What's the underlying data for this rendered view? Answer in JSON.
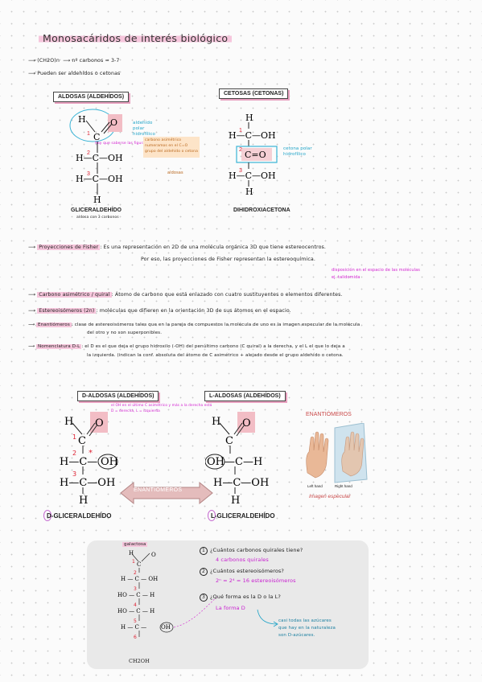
{
  "title": "Monosacáridos de interés biológico",
  "intro": {
    "line1": "(CH2O)n",
    "line1b": "nº carbonos = 3-7",
    "line2": "Pueden ser aldehídos o cetonas"
  },
  "aldose": {
    "label": "ALDOSAS (ALDEHÍDOS)",
    "name": "GLICERALDEHÍDO",
    "subname": "aldosa con 3 carbonos",
    "note_group": "aldehído polar hidrofílico",
    "note_orange1": "hay que saberse las figuras",
    "note_orange2": "carbono asimétrico",
    "note_orange3": "numeramos en el C=O",
    "note_orange4": "grupo del aldehído o cetona",
    "note_aldosa": "aldosas"
  },
  "ketose": {
    "label": "CETOSAS (CETONAS)",
    "name": "DIHIDROXIACETONA",
    "note_group": "cetona polar hidrofílico"
  },
  "fisher": {
    "heading": "Proyecciones de Fisher",
    "text1": ": Es una representación en 2D de una molécula orgánica 3D que tiene estereocentros.",
    "text2": "Por eso, las proyecciones de Fisher representan la estereoquímica.",
    "note": "disposición en el espacio de las moléculas",
    "note2": "ej. talidomida"
  },
  "carbono": {
    "heading": "Carbono asimétrico / quiral",
    "text": ": Átomo de carbono que está enlazado con cuatro sustituyentes o elementos diferentes."
  },
  "estereo": {
    "heading": "Estereoisómeros (2n)",
    "text": ": moléculas que difieren en la orientación 3D de sus átomos en el espacio."
  },
  "enantio": {
    "heading": "Enantiómeros",
    "text1": ": clase de estereoisómeros tales que en la pareja de compuestos la molécula de uno es la imagen especular de la molécula",
    "text2": "del otro y no son superponibles."
  },
  "nomen": {
    "heading": "Nomenclatura D-L",
    "text1": ": el D es el que deja el grupo hidroxilo (-OH) del penúltimo carbono (C quiral) a la derecha, y el L el que lo deja a",
    "text2": "la izquierda. (indican la conf. absoluta del átomo de C asimétrico + alejado desde el grupo aldehído o cetona."
  },
  "dl": {
    "d_label": "D-ALDOSAS (ALDEHÍDOS)",
    "l_label": "L-ALDOSAS (ALDEHÍDOS)",
    "d_note1": "el OH en el último C asimétrico y más a la derecha está",
    "d_note2": "D = derecha, L = izquierda",
    "d_name": "D-GLICERALDEHÍDO",
    "l_name": "L-GLICERALDEHÍDO",
    "arrow": "ENANTIÓMEROS",
    "enantio_title": "ENANTIÓMEROS",
    "left_hand": "Left hand",
    "right_hand": "Right hand",
    "mirror": "Imagen especular"
  },
  "glucose": {
    "label": "galactosa",
    "bottom": "CH2OH",
    "q1": "¿Cuántos carbonos quirales tiene?",
    "a1": "4 carbonos quirales",
    "q2": "¿Cuántos estereoisómeros?",
    "a2": "2ⁿ = 2⁴ = 16 estereoisómeros",
    "q3": "¿Qué forma es la D o la L?",
    "a3": "La forma D",
    "a3note1": "casi todas las azúcares",
    "a3note2": "que hay en la naturaleza",
    "a3note3": "son D-azúcares."
  }
}
